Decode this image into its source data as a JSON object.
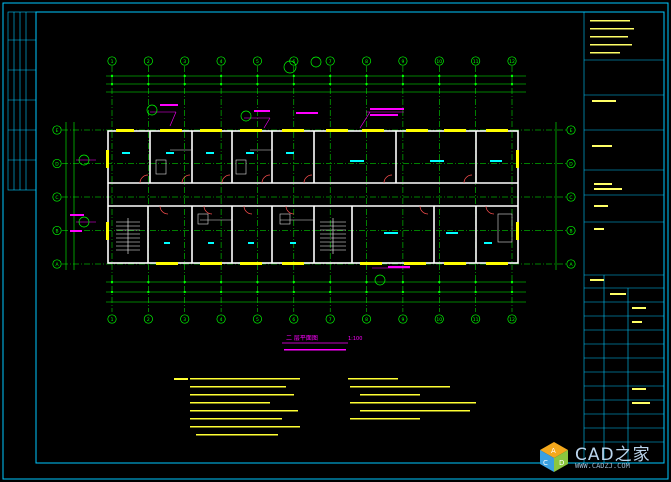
{
  "drawing": {
    "grid_top_labels": [
      "1",
      "2",
      "3",
      "4",
      "5",
      "6",
      "7",
      "8",
      "9",
      "10",
      "11",
      "12"
    ],
    "grid_side_labels": [
      "A",
      "B",
      "C",
      "D",
      "E"
    ],
    "plan_caption": "二 层平面图",
    "plan_scale": "1:100"
  },
  "colors": {
    "background": "#000000",
    "frame": "#00c8ff",
    "grid": "#00ff00",
    "walls": "#ffffff",
    "windows": "#ffff00",
    "text": "#00ffff",
    "annotation": "#ff00ff"
  },
  "watermark": {
    "text": "CAD之家",
    "url": "WWW.CADZJ.COM"
  }
}
